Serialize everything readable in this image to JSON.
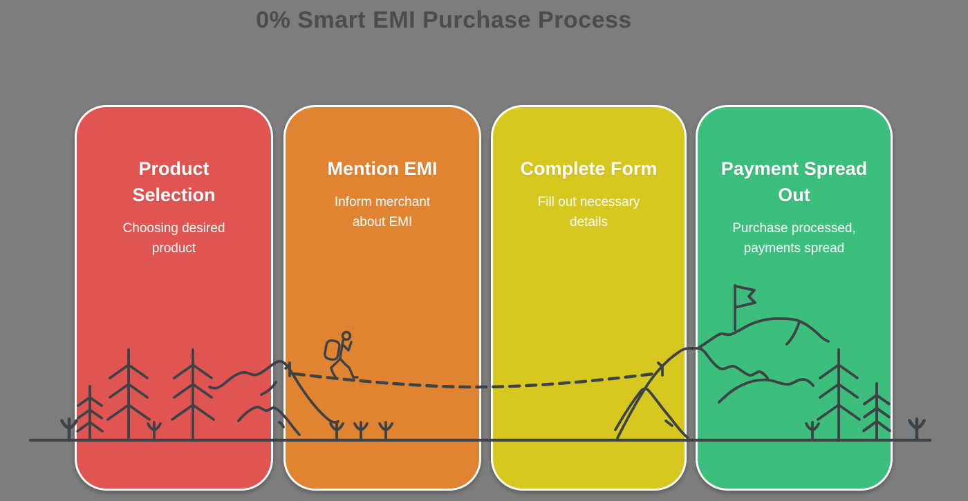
{
  "title": "0% Smart EMI Purchase Process",
  "background_color": "#7d7d7d",
  "line_color": "#3d4247",
  "steps": [
    {
      "id": "product-selection",
      "title": "Product\nSelection",
      "description": "Choosing desired\nproduct",
      "color": "#e05552"
    },
    {
      "id": "mention-emi",
      "title": "Mention EMI",
      "description": "Inform merchant\nabout EMI",
      "color": "#e08431"
    },
    {
      "id": "complete-form",
      "title": "Complete Form",
      "description": "Fill out necessary\ndetails",
      "color": "#d7c820"
    },
    {
      "id": "payment-spread-out",
      "title": "Payment Spread\nOut",
      "description": "Purchase processed,\npayments spread",
      "color": "#3cbe7c"
    }
  ],
  "illustration": {
    "icons": [
      "ground-line-icon",
      "sprout-icon",
      "pine-tree-icon",
      "hills-icon",
      "hiker-icon",
      "dashed-trail-icon",
      "mountain-peak-icon",
      "summit-flag-icon"
    ]
  }
}
